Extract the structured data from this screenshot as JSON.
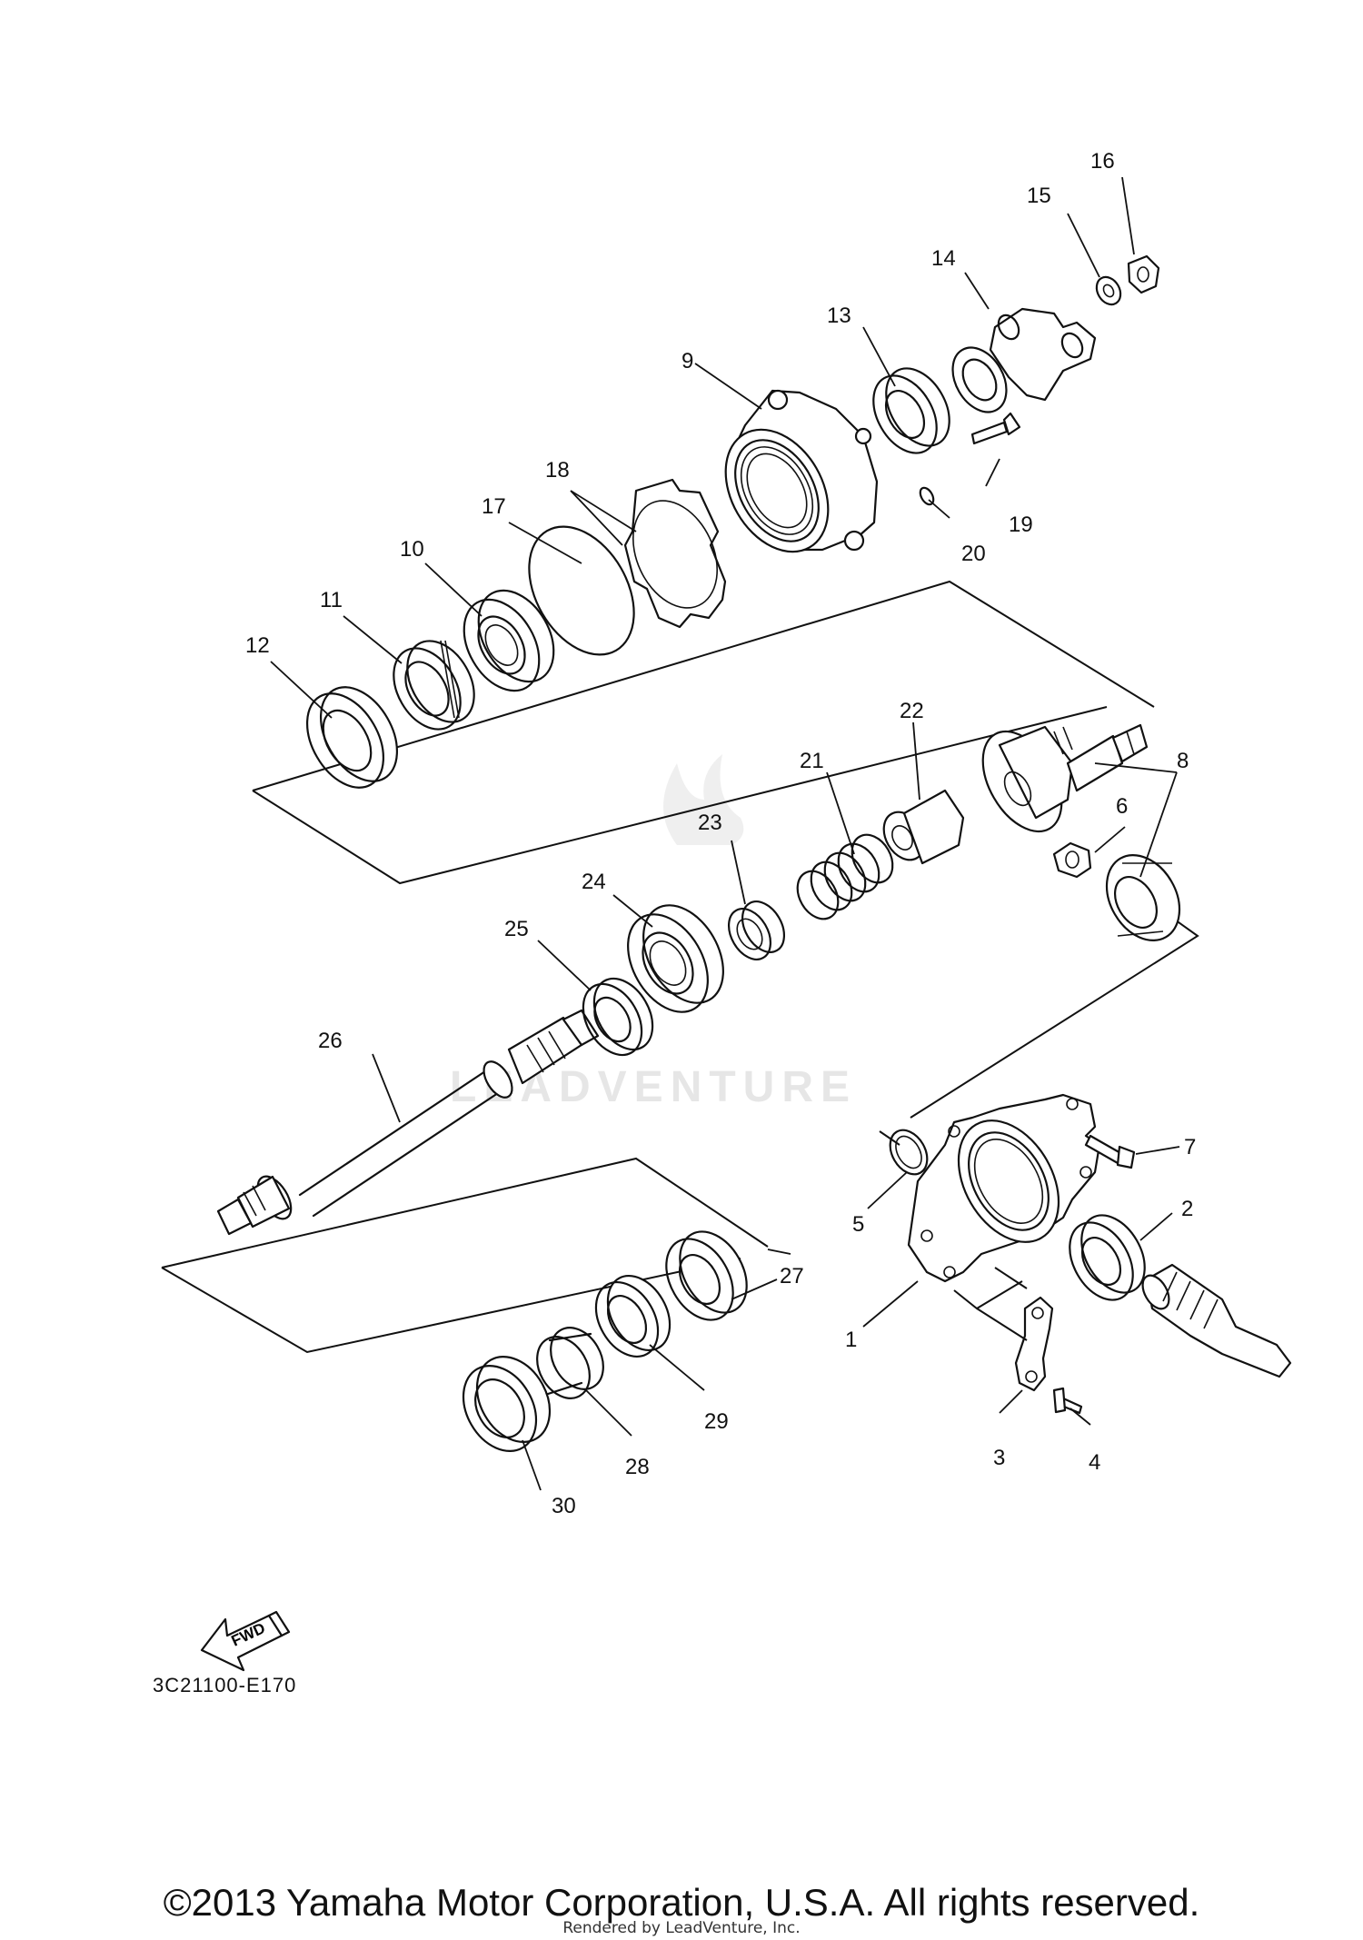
{
  "diagram": {
    "title": "",
    "code": "3C21100-E170",
    "watermark": "LEADVENTURE",
    "fwd_label": "FWD",
    "callouts": [
      "1",
      "2",
      "3",
      "4",
      "5",
      "6",
      "7",
      "8",
      "9",
      "10",
      "11",
      "12",
      "13",
      "14",
      "15",
      "16",
      "17",
      "18",
      "19",
      "20",
      "21",
      "22",
      "23",
      "24",
      "25",
      "26",
      "27",
      "28",
      "29",
      "30"
    ]
  },
  "footer": {
    "copyright": "©2013 Yamaha Motor Corporation, U.S.A. All rights reserved.",
    "rendered_by": "Rendered by LeadVenture, Inc."
  }
}
